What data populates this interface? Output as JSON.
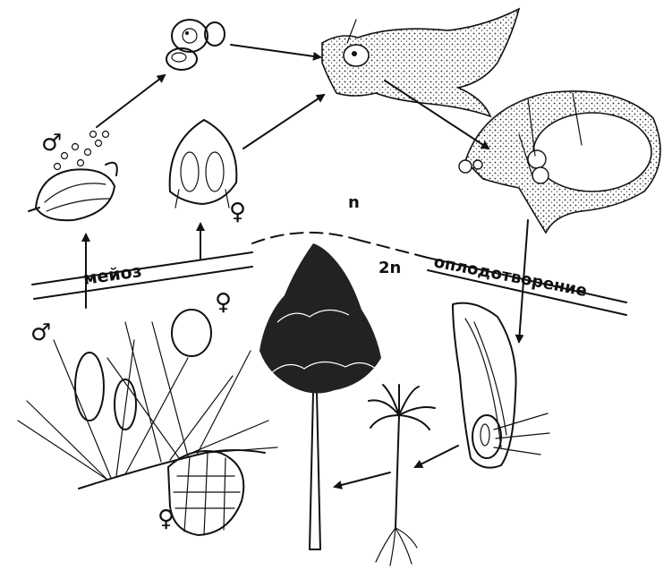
{
  "labels": {
    "haploid": "n",
    "diploid": "2n",
    "meiosis": "мейоз",
    "fertilization": "оплодотворение"
  },
  "symbols": {
    "male": "♂",
    "female": "♀"
  }
}
